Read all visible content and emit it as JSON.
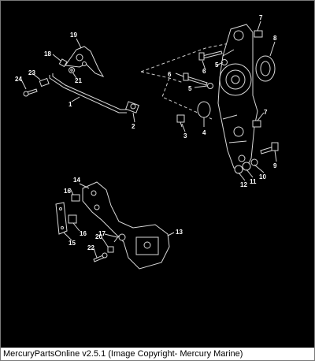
{
  "status_text": "MercuryPartsOnline v2.5.1 (Image Copyright- Mercury Marine)",
  "callouts": [
    "1",
    "2",
    "3",
    "4",
    "5",
    "5",
    "6",
    "6",
    "7",
    "7",
    "8",
    "9",
    "10",
    "11",
    "12",
    "13",
    "14",
    "15",
    "16",
    "16",
    "17",
    "18",
    "19",
    "20",
    "21",
    "22",
    "23",
    "24"
  ],
  "colors": {
    "background": "#000000",
    "linework": "#d9d9d9",
    "label": "#ffffff"
  }
}
